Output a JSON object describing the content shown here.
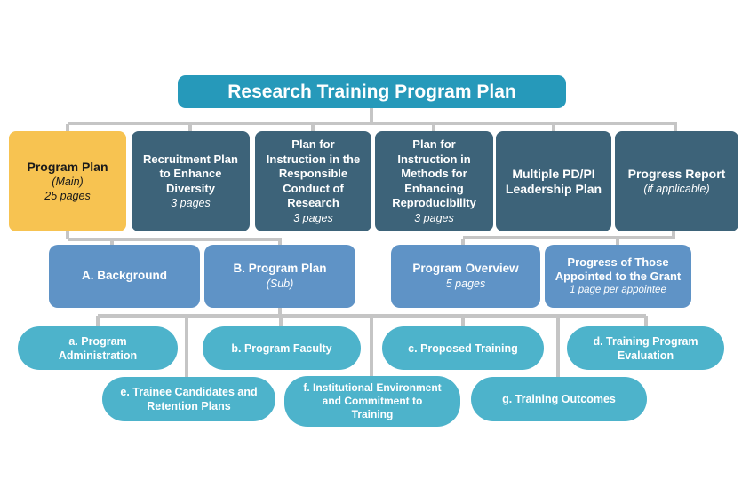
{
  "diagram": {
    "title": "Research Training Program Plan",
    "row2": [
      {
        "name": "program-plan-main",
        "label": "Program Plan",
        "subtitle": "(Main)",
        "pages": "25 pages"
      },
      {
        "name": "recruitment-plan",
        "label": "Recruitment Plan\nto Enhance\nDiversity",
        "pages": "3 pages"
      },
      {
        "name": "responsible-conduct-plan",
        "label": "Plan for\nInstruction in the\nResponsible\nConduct of\nResearch",
        "pages": "3 pages"
      },
      {
        "name": "reproducibility-plan",
        "label": "Plan for\nInstruction in\nMethods for\nEnhancing\nReproducibility",
        "pages": "3 pages"
      },
      {
        "name": "leadership-plan",
        "label": "Multiple PD/PI\nLeadership Plan"
      },
      {
        "name": "progress-report",
        "label": "Progress Report",
        "subtitle": "(if applicable)"
      }
    ],
    "row3": [
      {
        "name": "background",
        "label": "A. Background"
      },
      {
        "name": "program-plan-sub",
        "label": "B. Program Plan",
        "subtitle": "(Sub)"
      },
      {
        "name": "program-overview",
        "label": "Program Overview",
        "subtitle": "5 pages"
      },
      {
        "name": "progress-appointed",
        "label": "Progress of Those\nAppointed to the Grant",
        "subtitle": "1 page per appointee"
      }
    ],
    "row4": [
      {
        "name": "program-administration",
        "label": "a. Program\nAdministration"
      },
      {
        "name": "program-faculty",
        "label": "b. Program Faculty"
      },
      {
        "name": "proposed-training",
        "label": "c. Proposed Training"
      },
      {
        "name": "training-program-evaluation",
        "label": "d. Training Program\nEvaluation"
      },
      {
        "name": "trainee-candidates",
        "label": "e. Trainee Candidates and\nRetention Plans"
      },
      {
        "name": "institutional-environment",
        "label": "f. Institutional Environment\nand Commitment to\nTraining"
      },
      {
        "name": "training-outcomes",
        "label": "g. Training Outcomes"
      }
    ],
    "colors": {
      "title_teal": "#2699BA",
      "dark_slate": "#3D6379",
      "highlight_yellow": "#F7C351",
      "steel_blue": "#5F93C6",
      "pill_teal": "#4DB3CB",
      "connector_gray": "#C5C5C5"
    }
  }
}
